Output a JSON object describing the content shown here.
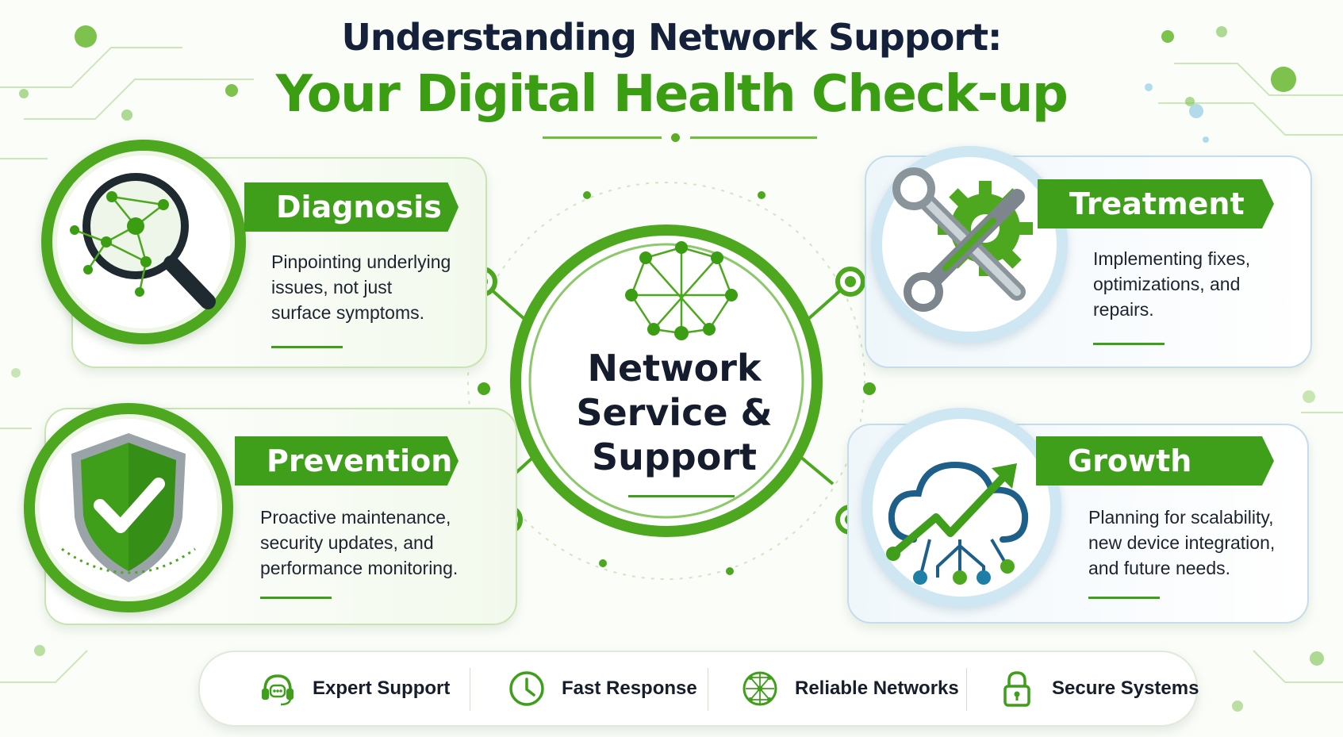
{
  "header": {
    "title_line1": "Understanding Network Support:",
    "title_line2": "Your Digital Health Check-up"
  },
  "colors": {
    "accent_green": "#3f9e1a",
    "dark_text": "#15213a",
    "teal_accent": "#1e7fa6"
  },
  "hub": {
    "line1": "Network",
    "line2": "Service &",
    "line3": "Support",
    "icon": "network-globe-icon"
  },
  "cards": [
    {
      "title": "Diagnosis",
      "icon": "magnifier-network-icon",
      "lines": [
        "Pinpointing underlying",
        "issues, not just",
        "surface symptoms."
      ]
    },
    {
      "title": "Treatment",
      "icon": "wrench-gear-icon",
      "lines": [
        "Implementing fixes,",
        "optimizations, and",
        "repairs."
      ]
    },
    {
      "title": "Prevention",
      "icon": "shield-check-icon",
      "lines": [
        "Proactive maintenance,",
        "security updates, and",
        "performance monitoring."
      ]
    },
    {
      "title": "Growth",
      "icon": "cloud-growth-icon",
      "lines": [
        "Planning for scalability,",
        "new device integration,",
        "and future needs."
      ]
    }
  ],
  "features": [
    {
      "label": "Expert Support",
      "icon": "headset-icon"
    },
    {
      "label": "Fast Response",
      "icon": "clock-icon"
    },
    {
      "label": "Reliable Networks",
      "icon": "globe-network-icon"
    },
    {
      "label": "Secure Systems",
      "icon": "padlock-icon"
    }
  ]
}
